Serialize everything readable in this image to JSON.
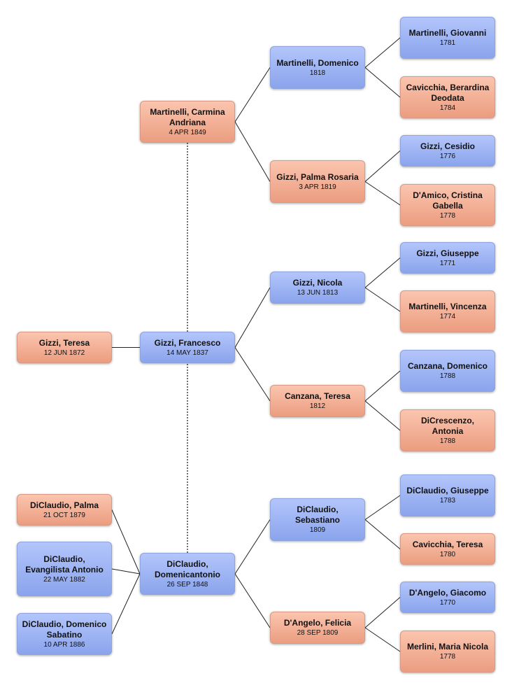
{
  "persons": {
    "teresa_1872": {
      "name": "Gizzi, Teresa",
      "date": "12 JUN 1872",
      "sex": "female"
    },
    "francesco": {
      "name": "Gizzi, Francesco",
      "date": "14 MAY 1837",
      "sex": "male"
    },
    "carmina": {
      "name": "Martinelli, Carmina Andriana",
      "date": "4 APR 1849",
      "sex": "female"
    },
    "domenicantonio": {
      "name": "DiClaudio, Domenicantonio",
      "date": "26 SEP 1848",
      "sex": "male"
    },
    "palma_1879": {
      "name": "DiClaudio, Palma",
      "date": "21 OCT 1879",
      "sex": "female"
    },
    "evangilista": {
      "name": "DiClaudio, Evangilista Antonio",
      "date": "22 MAY 1882",
      "sex": "male"
    },
    "dom_sabatino": {
      "name": "DiClaudio, Domenico Sabatino",
      "date": "10 APR 1886",
      "sex": "male"
    },
    "domenico_1818": {
      "name": "Martinelli, Domenico",
      "date": "1818",
      "sex": "male"
    },
    "palma_rosaria": {
      "name": "Gizzi, Palma Rosaria",
      "date": "3 APR 1819",
      "sex": "female"
    },
    "nicola": {
      "name": "Gizzi, Nicola",
      "date": "13 JUN 1813",
      "sex": "male"
    },
    "teresa_1812": {
      "name": "Canzana, Teresa",
      "date": "1812",
      "sex": "female"
    },
    "sebastiano": {
      "name": "DiClaudio, Sebastiano",
      "date": "1809",
      "sex": "male"
    },
    "felicia": {
      "name": "D'Angelo, Felicia",
      "date": "28 SEP 1809",
      "sex": "female"
    },
    "giovanni": {
      "name": "Martinelli, Giovanni",
      "date": "1781",
      "sex": "male"
    },
    "berardina": {
      "name": "Cavicchia, Berardina Deodata",
      "date": "1784",
      "sex": "female"
    },
    "cesidio": {
      "name": "Gizzi, Cesidio",
      "date": "1776",
      "sex": "male"
    },
    "cristina": {
      "name": "D'Amico, Cristina Gabella",
      "date": "1778",
      "sex": "female"
    },
    "giuseppe_1771": {
      "name": "Gizzi, Giuseppe",
      "date": "1771",
      "sex": "male"
    },
    "vincenza": {
      "name": "Martinelli, Vincenza",
      "date": "1774",
      "sex": "female"
    },
    "domenico_1788": {
      "name": "Canzana, Domenico",
      "date": "1788",
      "sex": "male"
    },
    "antonia": {
      "name": "DiCrescenzo, Antonia",
      "date": "1788",
      "sex": "female"
    },
    "giuseppe_1783": {
      "name": "DiClaudio, Giuseppe",
      "date": "1783",
      "sex": "male"
    },
    "teresa_1780": {
      "name": "Cavicchia, Teresa",
      "date": "1780",
      "sex": "female"
    },
    "giacomo": {
      "name": "D'Angelo, Giacomo",
      "date": "1770",
      "sex": "male"
    },
    "maria_nicola": {
      "name": "Merlini, Maria Nicola",
      "date": "1778",
      "sex": "female"
    }
  },
  "relations": [
    {
      "from": "teresa_1872",
      "to": "francesco"
    },
    {
      "from": "palma_1879",
      "to": "domenicantonio"
    },
    {
      "from": "evangilista",
      "to": "domenicantonio"
    },
    {
      "from": "dom_sabatino",
      "to": "domenicantonio"
    },
    {
      "from": "francesco",
      "to": "nicola"
    },
    {
      "from": "francesco",
      "to": "teresa_1812"
    },
    {
      "from": "carmina",
      "to": "domenico_1818"
    },
    {
      "from": "carmina",
      "to": "palma_rosaria"
    },
    {
      "from": "domenicantonio",
      "to": "sebastiano"
    },
    {
      "from": "domenicantonio",
      "to": "felicia"
    },
    {
      "from": "domenico_1818",
      "to": "giovanni"
    },
    {
      "from": "domenico_1818",
      "to": "berardina"
    },
    {
      "from": "palma_rosaria",
      "to": "cesidio"
    },
    {
      "from": "palma_rosaria",
      "to": "cristina"
    },
    {
      "from": "nicola",
      "to": "giuseppe_1771"
    },
    {
      "from": "nicola",
      "to": "vincenza"
    },
    {
      "from": "teresa_1812",
      "to": "domenico_1788"
    },
    {
      "from": "teresa_1812",
      "to": "antonia"
    },
    {
      "from": "sebastiano",
      "to": "giuseppe_1783"
    },
    {
      "from": "sebastiano",
      "to": "teresa_1780"
    },
    {
      "from": "felicia",
      "to": "giacomo"
    },
    {
      "from": "felicia",
      "to": "maria_nicola"
    }
  ],
  "spouse_link": [
    "carmina",
    "domenicantonio"
  ],
  "colors": {
    "male": "#9bb2f2",
    "female": "#f4b096",
    "line": "#222222"
  }
}
